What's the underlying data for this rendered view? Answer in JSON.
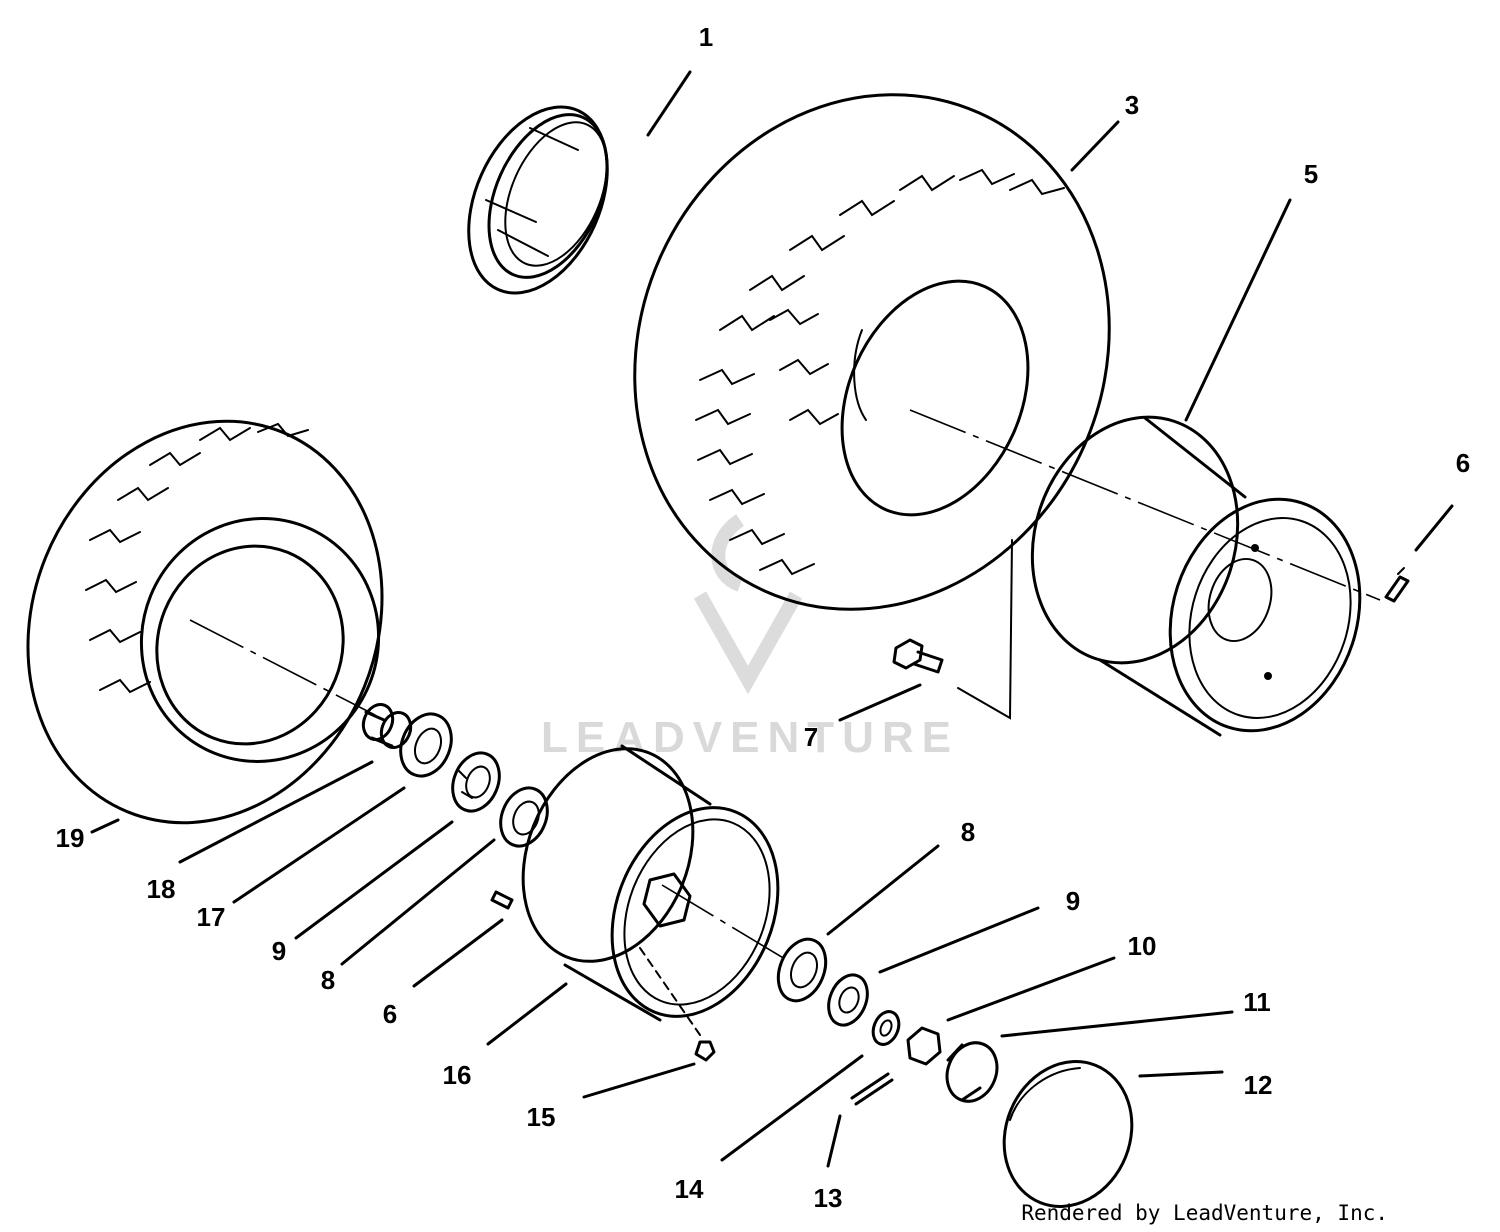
{
  "watermark": {
    "text": "LEADVENTURE",
    "color": "#d9d9d9"
  },
  "credit": "Rendered by LeadVenture, Inc.",
  "callouts": [
    {
      "id": "c1",
      "text": "1"
    },
    {
      "id": "c3",
      "text": "3"
    },
    {
      "id": "c5",
      "text": "5"
    },
    {
      "id": "c6a",
      "text": "6"
    },
    {
      "id": "c7",
      "text": "7"
    },
    {
      "id": "c19",
      "text": "19"
    },
    {
      "id": "c18",
      "text": "18"
    },
    {
      "id": "c17",
      "text": "17"
    },
    {
      "id": "c9a",
      "text": "9"
    },
    {
      "id": "c8a",
      "text": "8"
    },
    {
      "id": "c6b",
      "text": "6"
    },
    {
      "id": "c16",
      "text": "16"
    },
    {
      "id": "c15",
      "text": "15"
    },
    {
      "id": "c8b",
      "text": "8"
    },
    {
      "id": "c9b",
      "text": "9"
    },
    {
      "id": "c10",
      "text": "10"
    },
    {
      "id": "c11",
      "text": "11"
    },
    {
      "id": "c12",
      "text": "12"
    },
    {
      "id": "c13",
      "text": "13"
    },
    {
      "id": "c14",
      "text": "14"
    }
  ]
}
